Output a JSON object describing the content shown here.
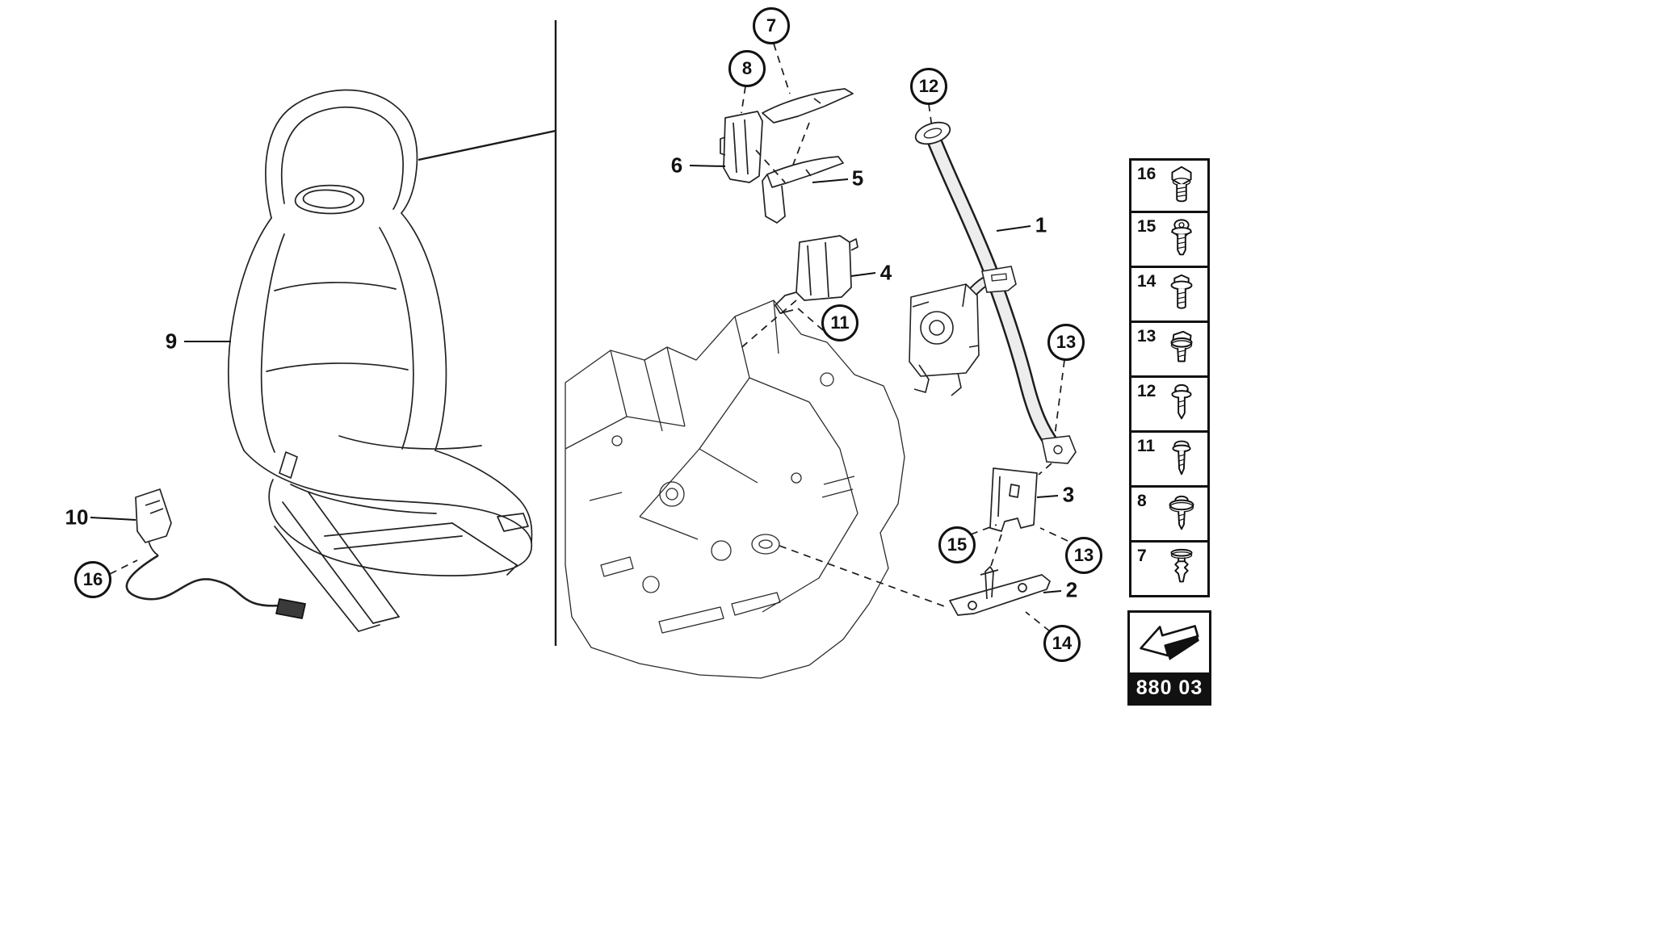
{
  "page": {
    "code": "880 03"
  },
  "callouts": {
    "circled": [
      {
        "label": "7"
      },
      {
        "label": "8"
      },
      {
        "label": "12"
      },
      {
        "label": "11"
      },
      {
        "label": "13"
      },
      {
        "label": "15"
      },
      {
        "label": "13"
      },
      {
        "label": "14"
      },
      {
        "label": "16"
      }
    ],
    "plain": [
      {
        "label": "6"
      },
      {
        "label": "5"
      },
      {
        "label": "4"
      },
      {
        "label": "1"
      },
      {
        "label": "9"
      },
      {
        "label": "10"
      },
      {
        "label": "3"
      },
      {
        "label": "2"
      }
    ]
  },
  "legend": {
    "items": [
      {
        "number": "16",
        "icon": "hex-head-bolt-icon"
      },
      {
        "number": "15",
        "icon": "torx-screw-washer-icon"
      },
      {
        "number": "14",
        "icon": "flange-bolt-icon"
      },
      {
        "number": "13",
        "icon": "bolt-with-washer-icon"
      },
      {
        "number": "12",
        "icon": "socket-bolt-washer-icon"
      },
      {
        "number": "11",
        "icon": "pan-head-screw-washer-icon"
      },
      {
        "number": "8",
        "icon": "screw-large-washer-icon"
      },
      {
        "number": "7",
        "icon": "push-rivet-icon"
      }
    ]
  }
}
